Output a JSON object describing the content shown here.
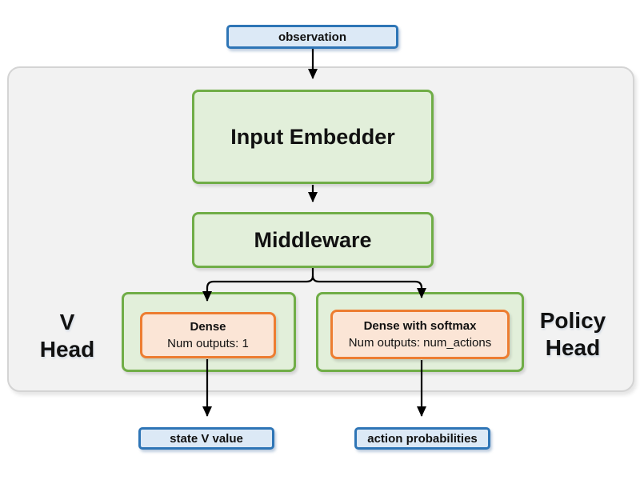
{
  "nodes": {
    "observation": {
      "label": "observation"
    },
    "input_embedder": {
      "label": "Input Embedder"
    },
    "middleware": {
      "label": "Middleware"
    },
    "v_head_label": {
      "line1": "V",
      "line2": "Head"
    },
    "policy_head_label": {
      "line1": "Policy",
      "line2": "Head"
    },
    "v_dense": {
      "title": "Dense",
      "subtitle": "Num outputs: 1"
    },
    "policy_dense": {
      "title": "Dense with softmax",
      "subtitle": "Num outputs: num_actions"
    },
    "state_v_value": {
      "label": "state V value"
    },
    "action_probabilities": {
      "label": "action probabilities"
    }
  },
  "colors": {
    "blue_fill": "#dce9f6",
    "blue_border": "#2e75b6",
    "green_fill": "#e2efda",
    "green_border": "#70ad47",
    "orange_fill": "#fbe5d6",
    "orange_border": "#ed7d31",
    "container_fill": "#f2f2f2",
    "container_border": "#d4d4d4",
    "arrow": "#000000"
  }
}
